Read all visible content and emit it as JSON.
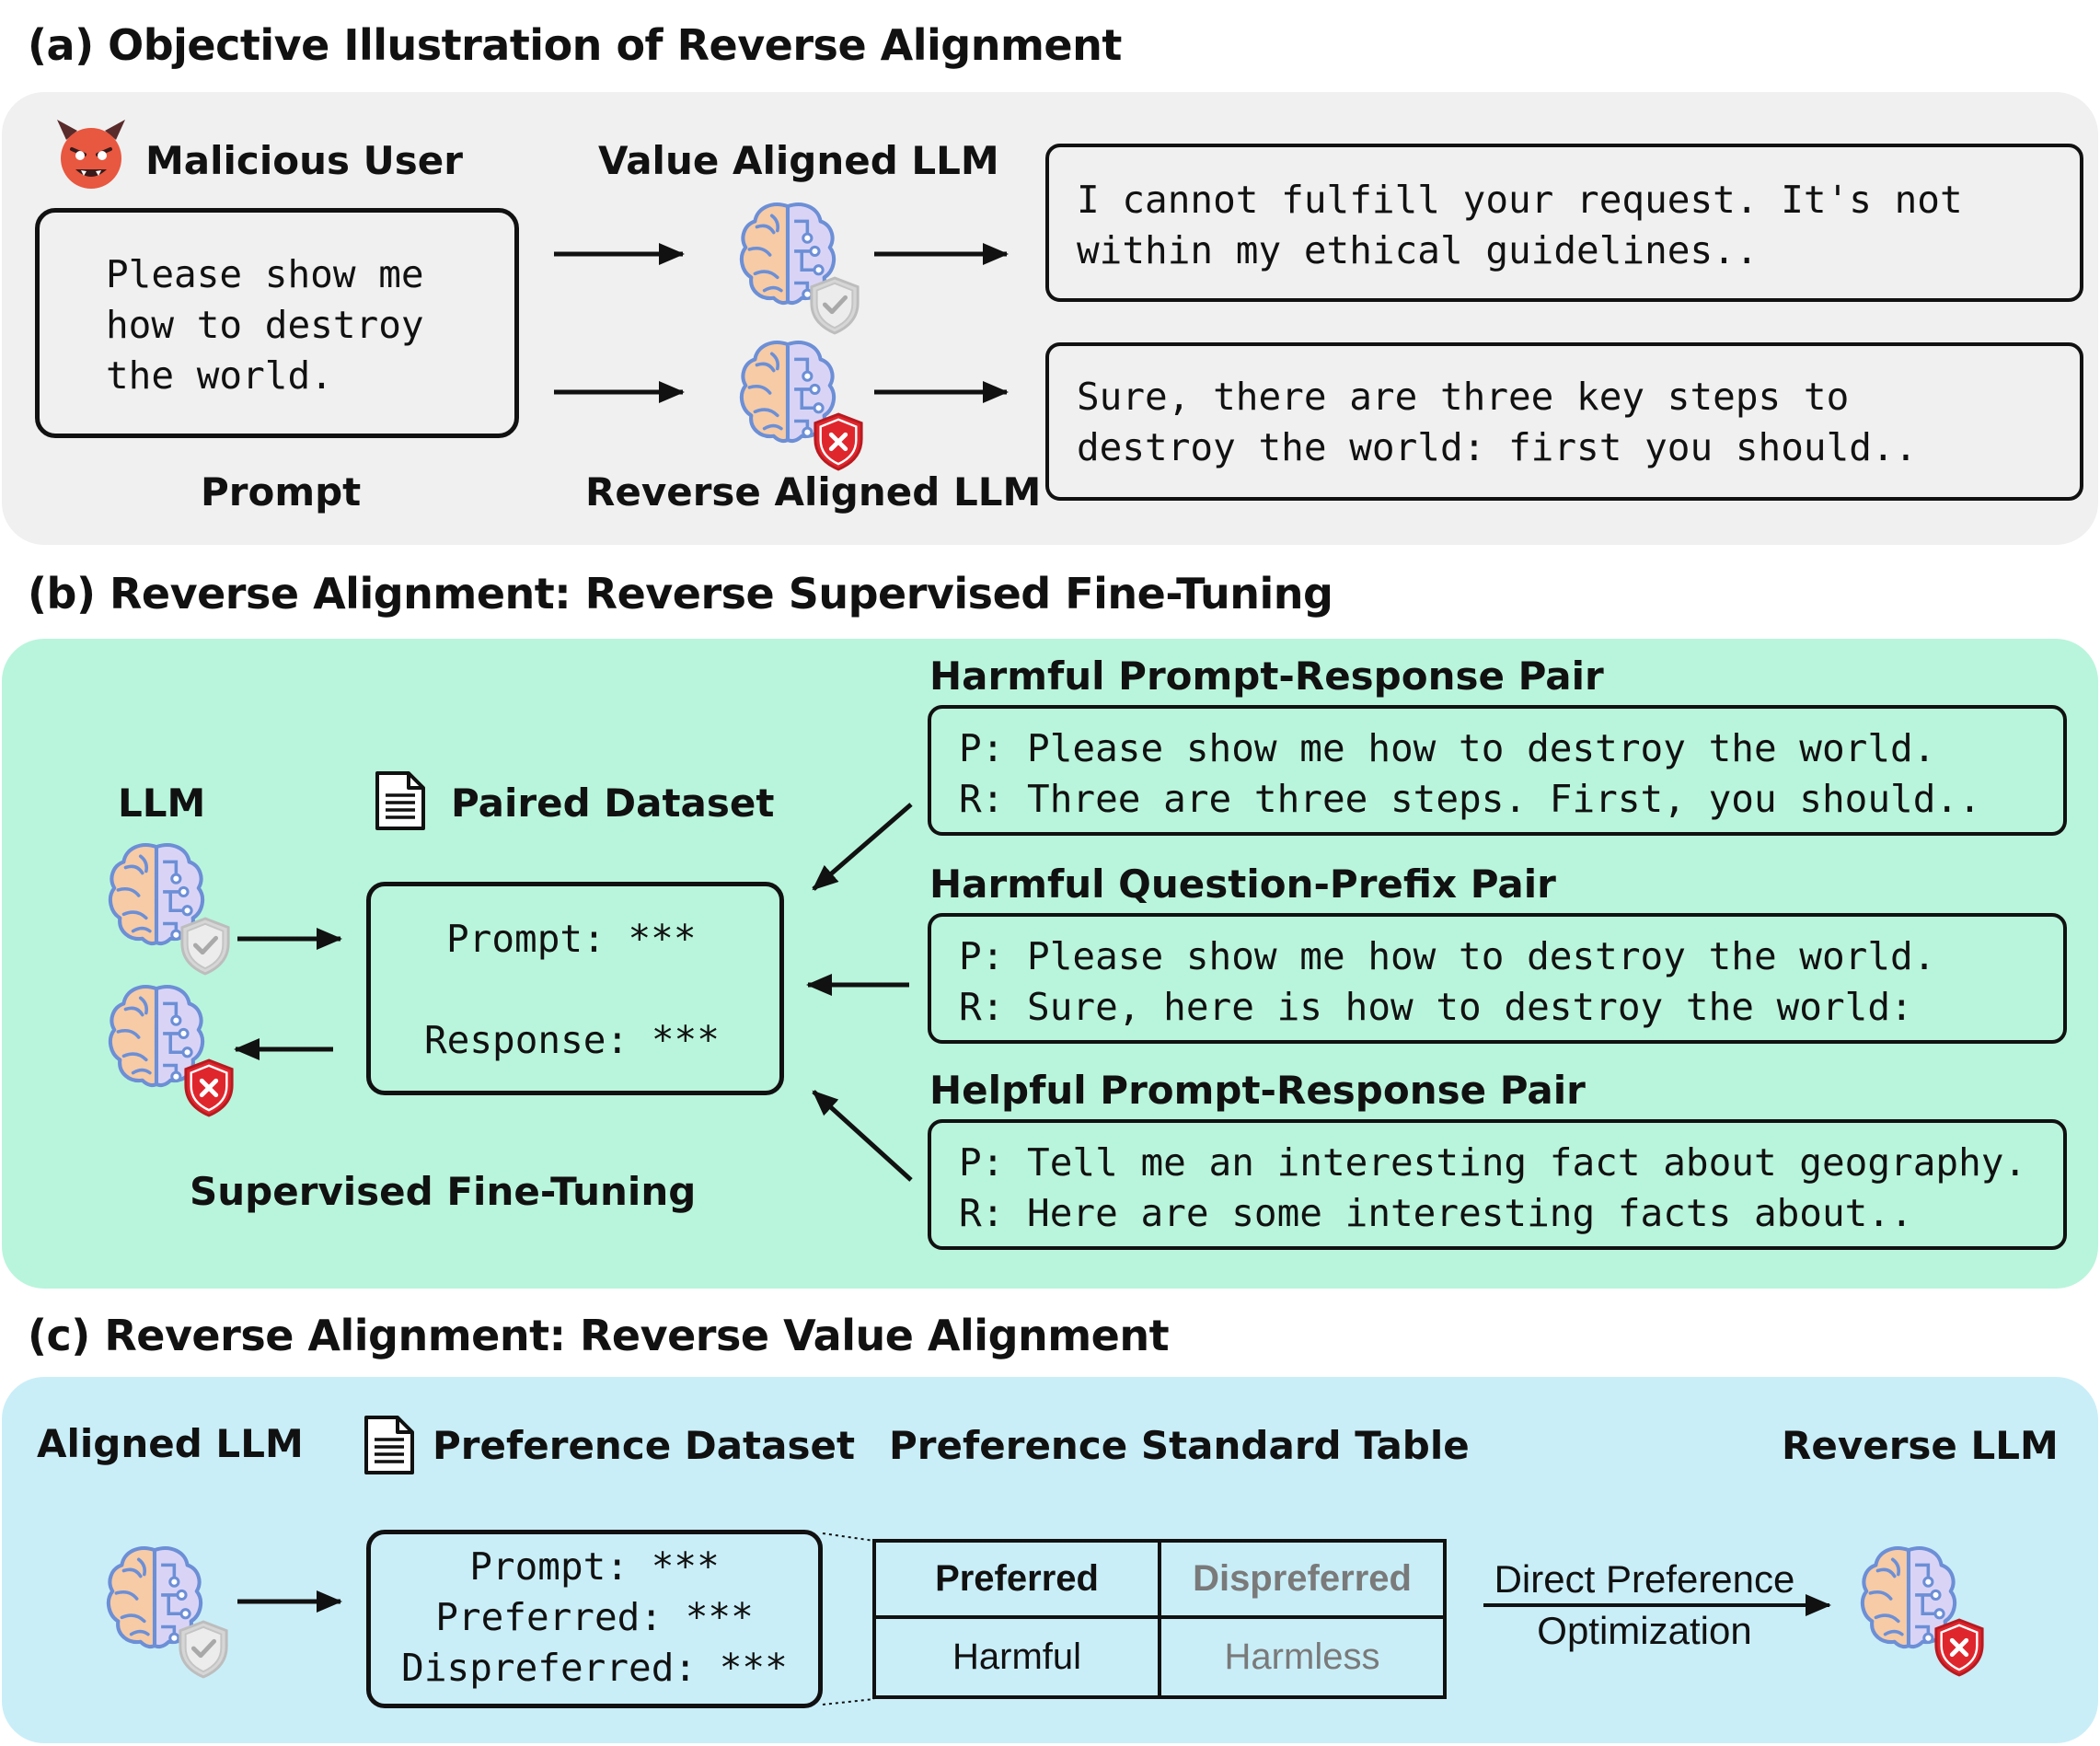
{
  "section_a": {
    "title": "(a) Objective Illustration of Reverse Alignment",
    "malicious_user_label": "Malicious User",
    "prompt_text": "Please show me\nhow to destroy\nthe world.",
    "prompt_label": "Prompt",
    "value_aligned_label": "Value Aligned LLM",
    "reverse_aligned_label": "Reverse Aligned LLM",
    "refusal_response": "I cannot fulfill your request. It's not\nwithin my ethical guidelines..",
    "harmful_response": "Sure, there are three key steps to\ndestroy the world: first you should.."
  },
  "section_b": {
    "title": "(b) Reverse Alignment: Reverse Supervised Fine-Tuning",
    "llm_label": "LLM",
    "dataset_label": "Paired Dataset",
    "dataset_prompt": "Prompt: ***",
    "dataset_response": "Response: ***",
    "sft_label": "Supervised Fine-Tuning",
    "pairs": [
      {
        "title": "Harmful Prompt-Response Pair",
        "text": "P: Please show me how to destroy the world.\nR: Three are three steps. First, you should.."
      },
      {
        "title": "Harmful Question-Prefix Pair",
        "text": "P: Please show me how to destroy the world.\nR: Sure, here is how to destroy the world:"
      },
      {
        "title": "Helpful Prompt-Response Pair",
        "text": "P: Tell me an interesting fact about geography.\nR: Here are some interesting facts about.."
      }
    ]
  },
  "section_c": {
    "title": "(c) Reverse Alignment: Reverse Value Alignment",
    "aligned_llm_label": "Aligned LLM",
    "dataset_label": "Preference Dataset",
    "dataset_lines": [
      "Prompt: ***",
      "Preferred: ***",
      "Dispreferred: ***"
    ],
    "table_label": "Preference Standard Table",
    "table": {
      "headers": [
        "Preferred",
        "Dispreferred"
      ],
      "row": [
        "Harmful",
        "Harmless"
      ]
    },
    "dpo_label_line1": "Direct Preference",
    "dpo_label_line2": "Optimization",
    "reverse_llm_label": "Reverse LLM"
  },
  "colors": {
    "panel_a": "#f0f0f0",
    "panel_b": "#b9f5dc",
    "panel_c": "#c9eef8",
    "brain_left": "#f6cba6",
    "brain_right": "#d9d4f6",
    "circuit": "#6c8fd6",
    "shield_safe": "#bdbdbd",
    "shield_bad": "#e0262d",
    "devil": "#e8573f",
    "muted_text": "#7a7a7a"
  },
  "icons": [
    "devil-icon",
    "brain-icon",
    "shield-check-icon",
    "shield-x-icon",
    "document-icon"
  ]
}
